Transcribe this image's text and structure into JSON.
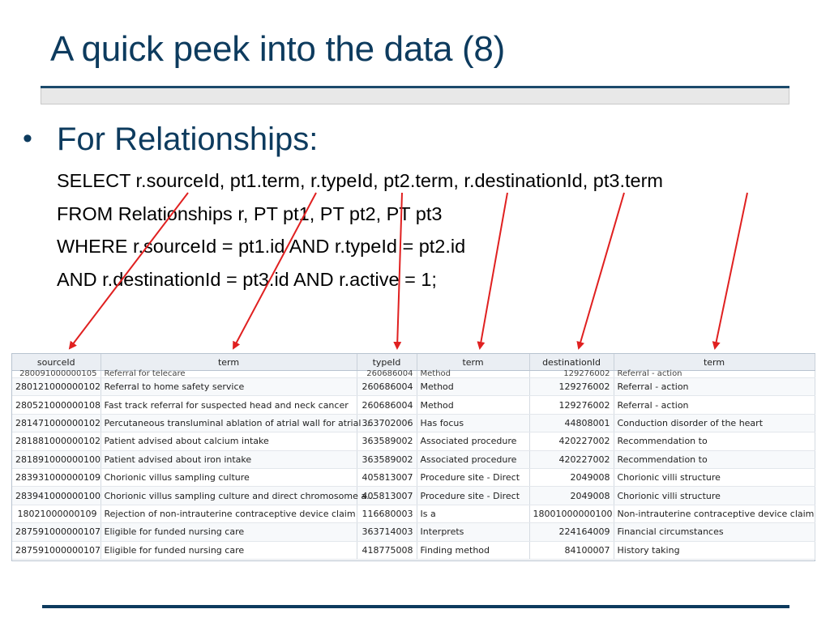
{
  "slide": {
    "title": "A quick peek into the data (8)",
    "bullet": "For Relationships:",
    "sql_lines": [
      "SELECT r.sourceId, pt1.term, r.typeId, pt2.term, r.destinationId, pt3.term",
      "FROM  Relationships r, PT pt1, PT pt2, PT pt3",
      "WHERE r.sourceId = pt1.id  AND r.typeId = pt2.id",
      "AND r.destinationId = pt3.id  AND r.active = 1;"
    ]
  },
  "colors": {
    "title": "#0d3b5e",
    "arrow": "#e02020",
    "rule": "#0d3b5e"
  },
  "grid": {
    "columns": [
      "sourceId",
      "term",
      "typeId",
      "term",
      "destinationId",
      "term"
    ],
    "partial_row": [
      "280091000000105",
      "Referral for telecare",
      "260686004",
      "Method",
      "129276002",
      "Referral - action"
    ],
    "rows": [
      [
        "280121000000102",
        "Referral to home safety service",
        "260686004",
        "Method",
        "129276002",
        "Referral - action"
      ],
      [
        "280521000000108",
        "Fast track referral for suspected head and neck cancer",
        "260686004",
        "Method",
        "129276002",
        "Referral - action"
      ],
      [
        "281471000000102",
        "Percutaneous transluminal ablation of atrial wall for atrial ...",
        "363702006",
        "Has focus",
        "44808001",
        "Conduction disorder of the heart"
      ],
      [
        "281881000000102",
        "Patient advised about calcium intake",
        "363589002",
        "Associated procedure",
        "420227002",
        "Recommendation to"
      ],
      [
        "281891000000100",
        "Patient advised about iron intake",
        "363589002",
        "Associated procedure",
        "420227002",
        "Recommendation to"
      ],
      [
        "283931000000109",
        "Chorionic villus sampling culture",
        "405813007",
        "Procedure site - Direct",
        "2049008",
        "Chorionic villi structure"
      ],
      [
        "283941000000100",
        "Chorionic villus sampling culture and direct chromosome a...",
        "405813007",
        "Procedure site - Direct",
        "2049008",
        "Chorionic villi structure"
      ],
      [
        "18021000000109",
        "Rejection of non-intrauterine contraceptive device claim",
        "116680003",
        "Is a",
        "18001000000100",
        "Non-intrauterine contraceptive device claim"
      ],
      [
        "287591000000107",
        "Eligible for funded nursing care",
        "363714003",
        "Interprets",
        "224164009",
        "Financial circumstances"
      ],
      [
        "287591000000107",
        "Eligible for funded nursing care",
        "418775008",
        "Finding method",
        "84100007",
        "History taking"
      ]
    ]
  }
}
